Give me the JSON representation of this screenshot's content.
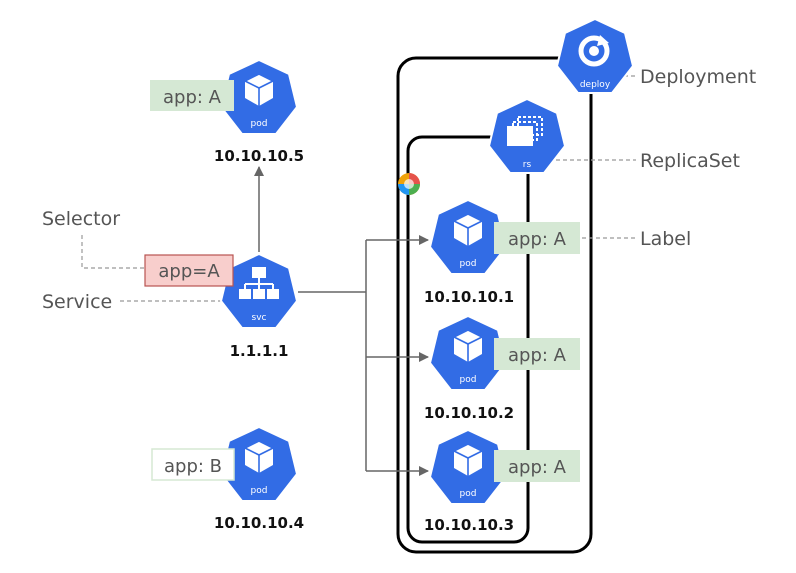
{
  "deployment": {
    "label": "Deployment",
    "icon_label": "deploy"
  },
  "replicaset": {
    "label": "ReplicaSet",
    "icon_label": "rs"
  },
  "callouts": {
    "selector": "Selector",
    "service": "Service",
    "label": "Label"
  },
  "service": {
    "icon_label": "svc",
    "ip": "1.1.1.1",
    "selector_tag": "app=A"
  },
  "pods": [
    {
      "ip": "10.10.10.5",
      "tag": "app: A",
      "icon_label": "pod"
    },
    {
      "ip": "10.10.10.4",
      "tag": "app: B",
      "icon_label": "pod"
    },
    {
      "ip": "10.10.10.1",
      "tag": "app: A",
      "icon_label": "pod"
    },
    {
      "ip": "10.10.10.2",
      "tag": "app: A",
      "icon_label": "pod"
    },
    {
      "ip": "10.10.10.3",
      "tag": "app: A",
      "icon_label": "pod"
    }
  ],
  "colors": {
    "k8s_blue": "#326ce5",
    "tag_green": "#d5e8d4",
    "selector_red": "#f8cecc",
    "selector_border": "#b85450",
    "connector": "#666666"
  }
}
